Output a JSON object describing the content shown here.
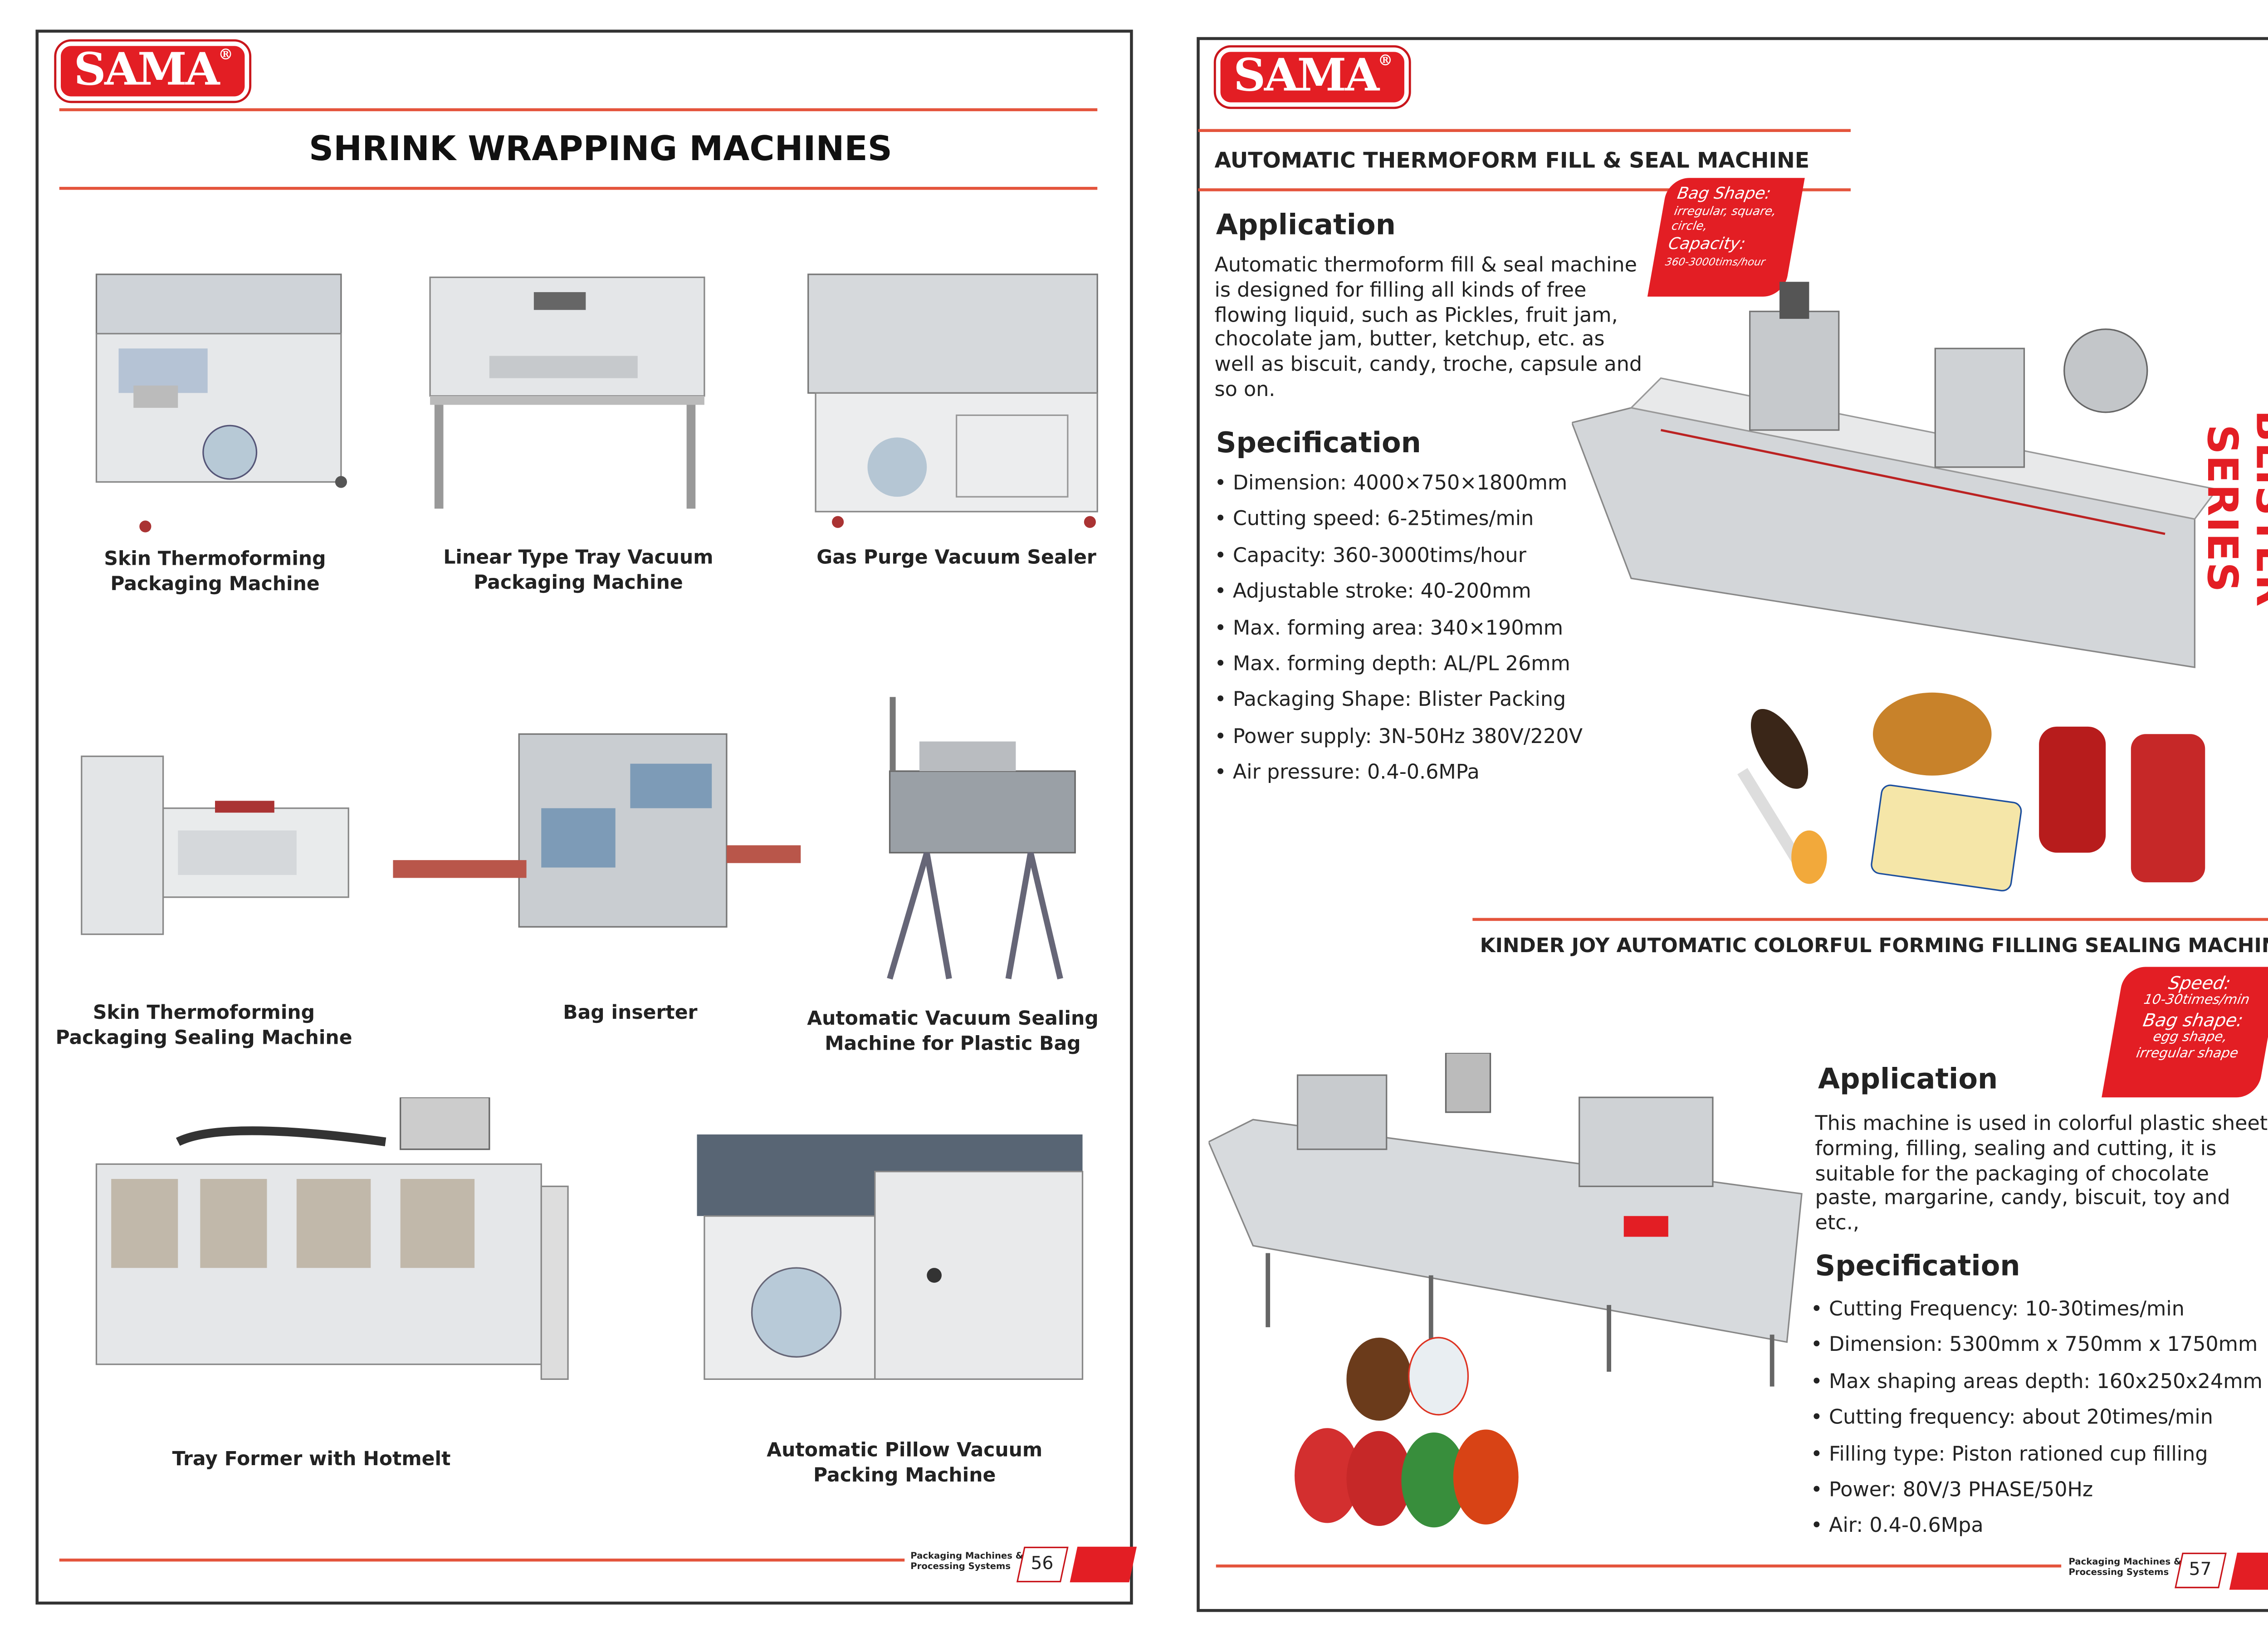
{
  "brand": {
    "logo": "SAMA",
    "accent": "#e31e24"
  },
  "left_page": {
    "title": "SHRINK WRAPPING MACHINES",
    "products": [
      {
        "caption": "Skin Thermoforming Packaging Machine"
      },
      {
        "caption": "Linear Type Tray Vacuum Packaging Machine"
      },
      {
        "caption": "Gas Purge Vacuum Sealer"
      },
      {
        "caption": "Skin Thermoforming Packaging Sealing Machine"
      },
      {
        "caption": "Bag inserter"
      },
      {
        "caption": "Automatic Vacuum Sealing Machine for Plastic Bag"
      },
      {
        "caption": "Tray Former with Hotmelt"
      },
      {
        "caption": "Automatic Pillow Vacuum Packing Machine"
      }
    ],
    "footer": {
      "text1": "Packaging Machines &",
      "text2": "Processing Systems",
      "page": "56"
    }
  },
  "right_page": {
    "series": "BLISTER SERIES",
    "section1": {
      "title": "AUTOMATIC THERMOFORM FILL & SEAL MACHINE",
      "badge": [
        "Bag Shape:",
        "irregular, square, circle,",
        "Capacity:",
        "360-3000tims/hour"
      ],
      "application_heading": "Application",
      "application": "Automatic thermoform fill & seal machine is designed for filling all kinds of free flowing liquid, such as Pickles, fruit jam, chocolate jam, butter, ketchup, etc. as well as biscuit, candy, troche, capsule and so on.",
      "specification_heading": "Specification",
      "specs": [
        "Dimension: 4000×750×1800mm",
        "Cutting speed: 6-25times/min",
        "Capacity: 360-3000tims/hour",
        "Adjustable stroke: 40-200mm",
        "Max. forming area: 340×190mm",
        "Max. forming depth: AL/PL 26mm",
        "Packaging Shape: Blister Packing",
        "Power supply: 3N-50Hz 380V/220V",
        "Air pressure: 0.4-0.6MPa"
      ]
    },
    "section2": {
      "title": "KINDER JOY AUTOMATIC COLORFUL FORMING FILLING SEALING MACHINE",
      "badge": [
        "Speed:",
        "10-30times/min",
        "Bag shape:",
        "egg shape,",
        "irregular shape"
      ],
      "application_heading": "Application",
      "application": "This machine is used in colorful plastic sheet forming, filling, sealing and cutting, it is suitable for the packaging of chocolate paste, margarine, candy, biscuit, toy and etc.,",
      "specification_heading": "Specification",
      "specs": [
        "Cutting Frequency: 10-30times/min",
        "Dimension: 5300mm x 750mm x 1750mm",
        "Max shaping areas depth: 160x250x24mm",
        "Cutting frequency: about 20times/min",
        "Filling type: Piston rationed cup filling",
        "Power: 80V/3 PHASE/50Hz",
        "Air: 0.4-0.6Mpa"
      ]
    },
    "footer": {
      "text1": "Packaging Machines &",
      "text2": "Processing Systems",
      "page": "57"
    }
  }
}
